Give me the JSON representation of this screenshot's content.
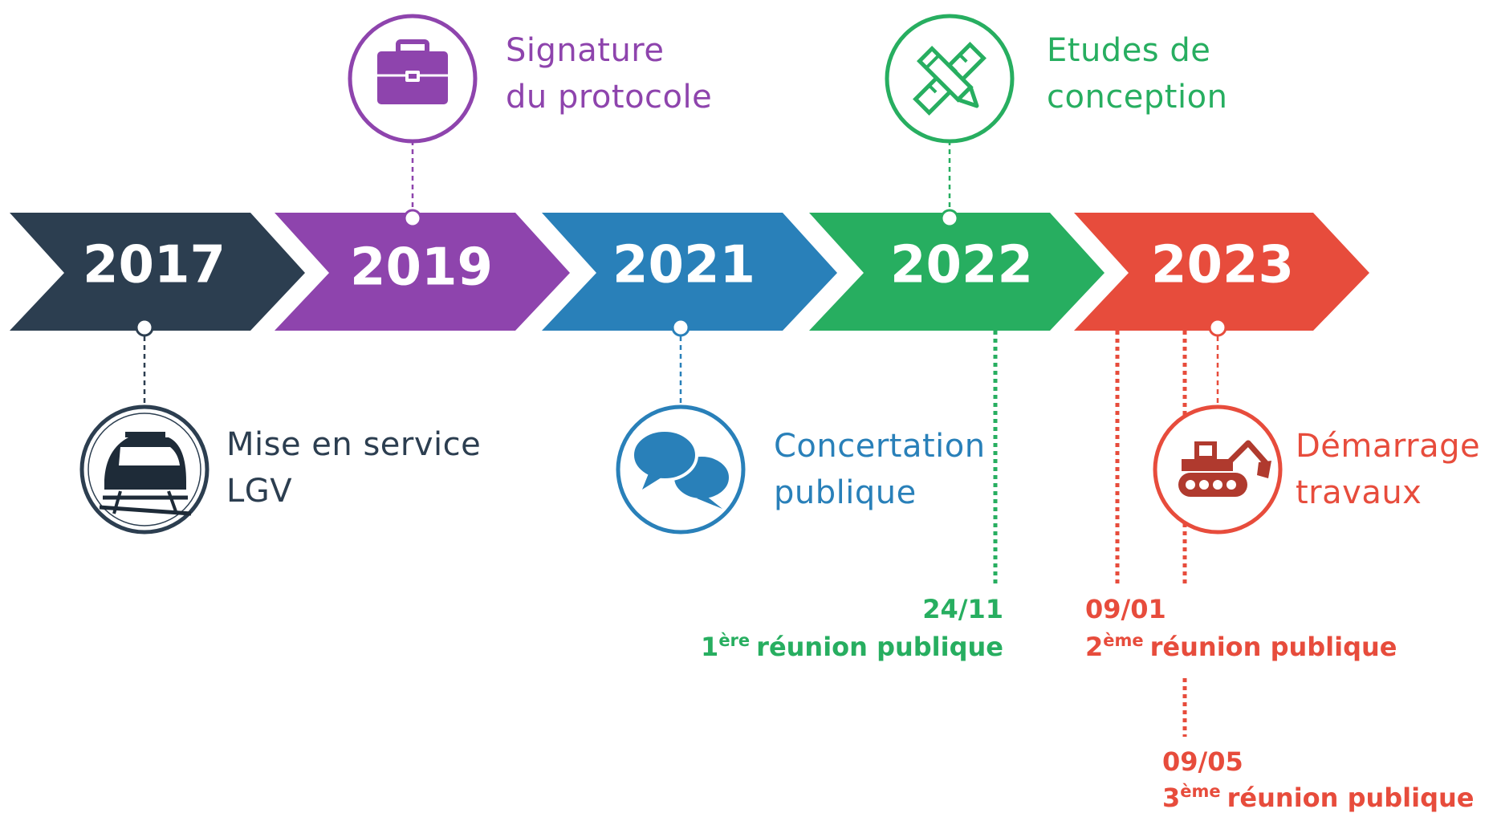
{
  "colors": {
    "y2017": "#2c3e50",
    "y2019": "#8e44ad",
    "y2021": "#2980b9",
    "y2022": "#27ae60",
    "y2023": "#e74c3c"
  },
  "years": [
    "2017",
    "2019",
    "2021",
    "2022",
    "2023"
  ],
  "milestones": {
    "m2017": {
      "line1": "Mise en service",
      "line2": "LGV",
      "icon": "train-icon"
    },
    "m2019": {
      "line1": "Signature",
      "line2": "du protocole",
      "icon": "briefcase-icon"
    },
    "m2021": {
      "line1": "Concertation",
      "line2": "publique",
      "icon": "speech-bubbles-icon"
    },
    "m2022": {
      "line1": "Etudes de",
      "line2": "conception",
      "icon": "pencil-ruler-icon"
    },
    "m2023": {
      "line1": "Démarrage",
      "line2": "travaux",
      "icon": "excavator-icon"
    }
  },
  "meetings": [
    {
      "date": "24/11",
      "num": "1",
      "sup": "ère",
      "text": "réunion publique"
    },
    {
      "date": "09/01",
      "num": "2",
      "sup": "ème",
      "text": "réunion publique"
    },
    {
      "date": "09/05",
      "num": "3",
      "sup": "ème",
      "text": "réunion publique"
    }
  ]
}
